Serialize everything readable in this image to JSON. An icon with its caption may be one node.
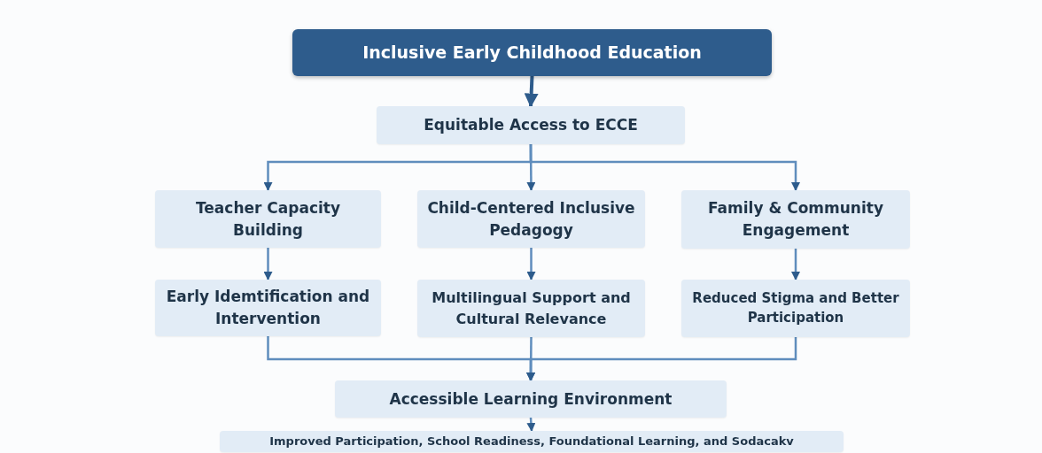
{
  "diagram": {
    "nodes": [
      {
        "text": [
          "Inclusive Early Childhood Education"
        ]
      },
      {
        "text": [
          "Equitable Access to ECCE"
        ]
      },
      {
        "text": [
          "Teacher Capacity Building"
        ]
      },
      {
        "text": [
          "Child-Centered Inclusive Pedagogy"
        ]
      },
      {
        "text": [
          "Family & Community Engagement"
        ]
      },
      {
        "text": [
          "Early Idemtification and Intervention"
        ]
      },
      {
        "text": [
          "Multilingual Support and Cultural Relevance"
        ]
      },
      {
        "text": [
          "Reduced Stigma and Better Participation"
        ]
      },
      {
        "text": [
          "Accessible Learning Environment"
        ]
      },
      {
        "text": [
          "Improved Participation, School Readiness, Foundational Learning, and Sodacakv"
        ]
      }
    ],
    "edges": [
      {
        "from": 0,
        "to": 1,
        "arrow": "to"
      },
      {
        "from": 1,
        "to": 2,
        "arrow": "to"
      },
      {
        "from": 1,
        "to": 3,
        "arrow": "to"
      },
      {
        "from": 1,
        "to": 4,
        "arrow": "to"
      },
      {
        "from": 2,
        "to": 5,
        "arrow": "to"
      },
      {
        "from": 3,
        "to": 6,
        "arrow": "to"
      },
      {
        "from": 4,
        "to": 7,
        "arrow": "to"
      },
      {
        "from": 5,
        "to": 8,
        "arrow": "to"
      },
      {
        "from": 6,
        "to": 8,
        "arrow": "to"
      },
      {
        "from": 7,
        "to": 8,
        "arrow": "to"
      },
      {
        "from": 8,
        "to": 9,
        "arrow": "to"
      }
    ]
  }
}
